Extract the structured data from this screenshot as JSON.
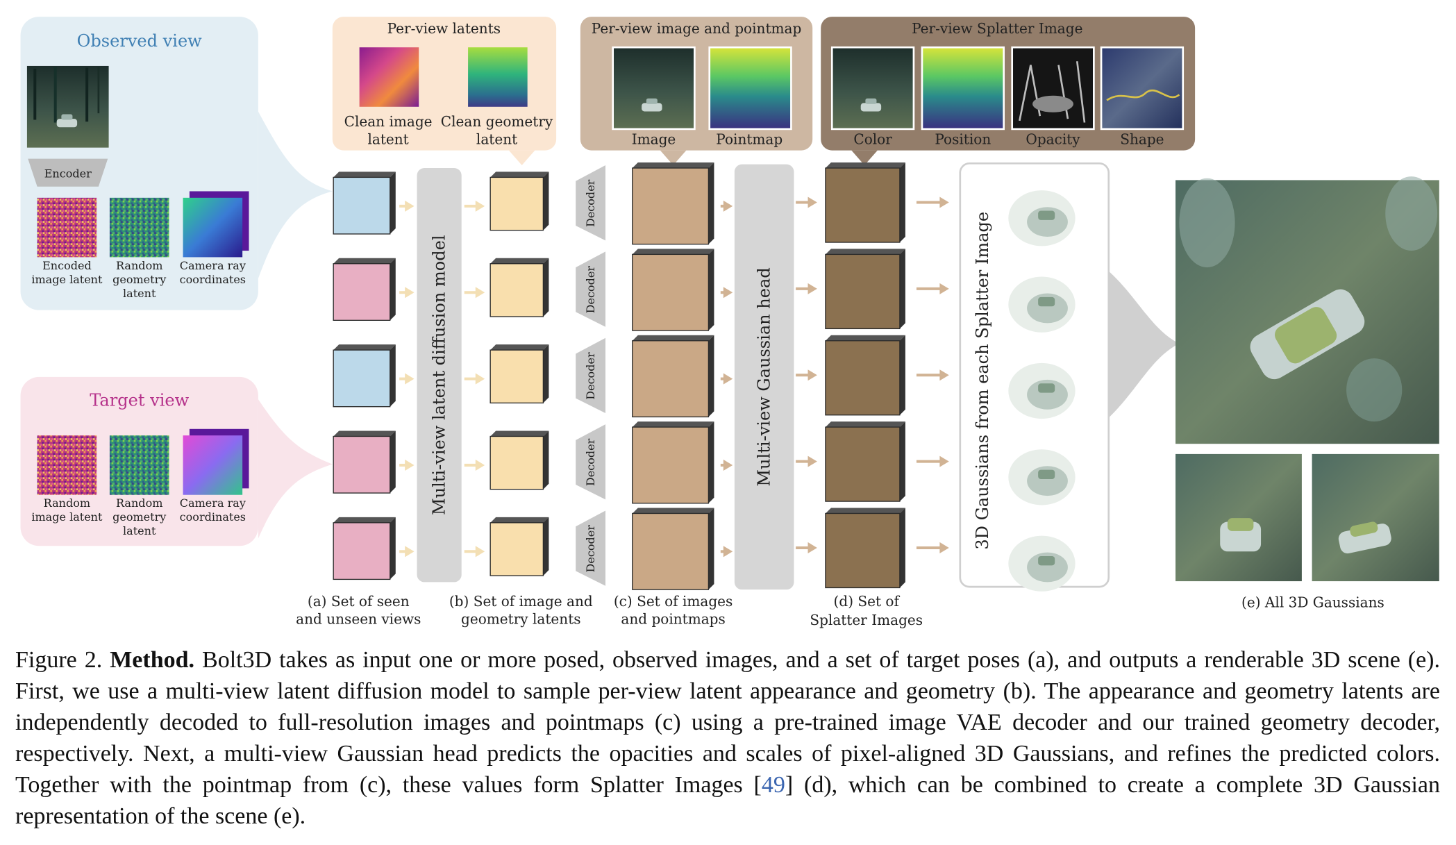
{
  "observed_view": {
    "title": "Observed view",
    "encoder_label": "Encoder",
    "inputs": [
      {
        "line1": "Encoded",
        "line2": "image latent",
        "line3": ""
      },
      {
        "line1": "Random",
        "line2": "geometry",
        "line3": "latent"
      },
      {
        "line1": "Camera ray",
        "line2": "coordinates",
        "line3": ""
      }
    ]
  },
  "target_view": {
    "title": "Target view",
    "inputs": [
      {
        "line1": "Random",
        "line2": "image latent",
        "line3": ""
      },
      {
        "line1": "Random",
        "line2": "geometry",
        "line3": "latent"
      },
      {
        "line1": "Camera ray",
        "line2": "coordinates",
        "line3": ""
      }
    ]
  },
  "per_view_latents": {
    "title": "Per-view latents",
    "items": [
      {
        "line1": "Clean image",
        "line2": "latent"
      },
      {
        "line1": "Clean geometry",
        "line2": "latent"
      }
    ]
  },
  "per_view_image_pointmap": {
    "title": "Per-view image and pointmap",
    "items": [
      "Image",
      "Pointmap"
    ]
  },
  "per_view_splatter": {
    "title": "Per-view Splatter Image",
    "items": [
      "Color",
      "Position",
      "Opacity",
      "Shape"
    ]
  },
  "diffusion_model_label": "Multi-view latent diffusion model",
  "decoder_label": "Decoder",
  "gaussian_head_label": "Multi-view Gaussian head",
  "gaussians_panel_label": "3D Gaussians from each Splatter Image",
  "stage_labels": {
    "a": {
      "line1": "(a) Set of seen",
      "line2": "and unseen views"
    },
    "b": {
      "line1": "(b) Set of image and",
      "line2": "geometry latents"
    },
    "c": {
      "line1": "(c) Set of images",
      "line2": "and pointmaps"
    },
    "d": {
      "line1": "(d) Set of",
      "line2": "Splatter Images"
    },
    "e": {
      "line1": "(e) All 3D Gaussians",
      "line2": ""
    }
  },
  "view_types": [
    "seen",
    "unseen",
    "seen",
    "unseen",
    "unseen"
  ],
  "colors": {
    "observed_panel": "#e3eef4",
    "target_panel": "#f9e4ea",
    "observed_title": "#3f7fb3",
    "target_title": "#b5318a",
    "seen_cube": "#bcd9ea",
    "unseen_cube": "#e8afc3",
    "latent_cube": "#f9dfad",
    "image_cube": "#caa886",
    "splatter_cube": "#8b7150",
    "latents_header": "#fbe6d2",
    "image_header": "#cdb7a2",
    "splatter_header": "#937d6a",
    "gray_block": "#d6d6d6"
  },
  "caption": {
    "figure_label": "Figure 2.",
    "bold_title": "Method.",
    "text_before_ref": "Bolt3D takes as input one or more posed, observed images, and a set of target poses (a), and outputs a renderable 3D scene (e). First, we use a multi-view latent diffusion model to sample per-view latent appearance and geometry (b). The appearance and geometry latents are independently decoded to full-resolution images and pointmaps (c) using a pre-trained image VAE decoder and our trained geometry decoder, respectively. Next, a multi-view Gaussian head predicts the opacities and scales of pixel-aligned 3D Gaussians, and refines the predicted colors. Together with the pointmap from (c), these values form Splatter Images [",
    "ref": "49",
    "text_after_ref": "] (d), which can be combined to create a complete 3D Gaussian representation of the scene (e)."
  }
}
